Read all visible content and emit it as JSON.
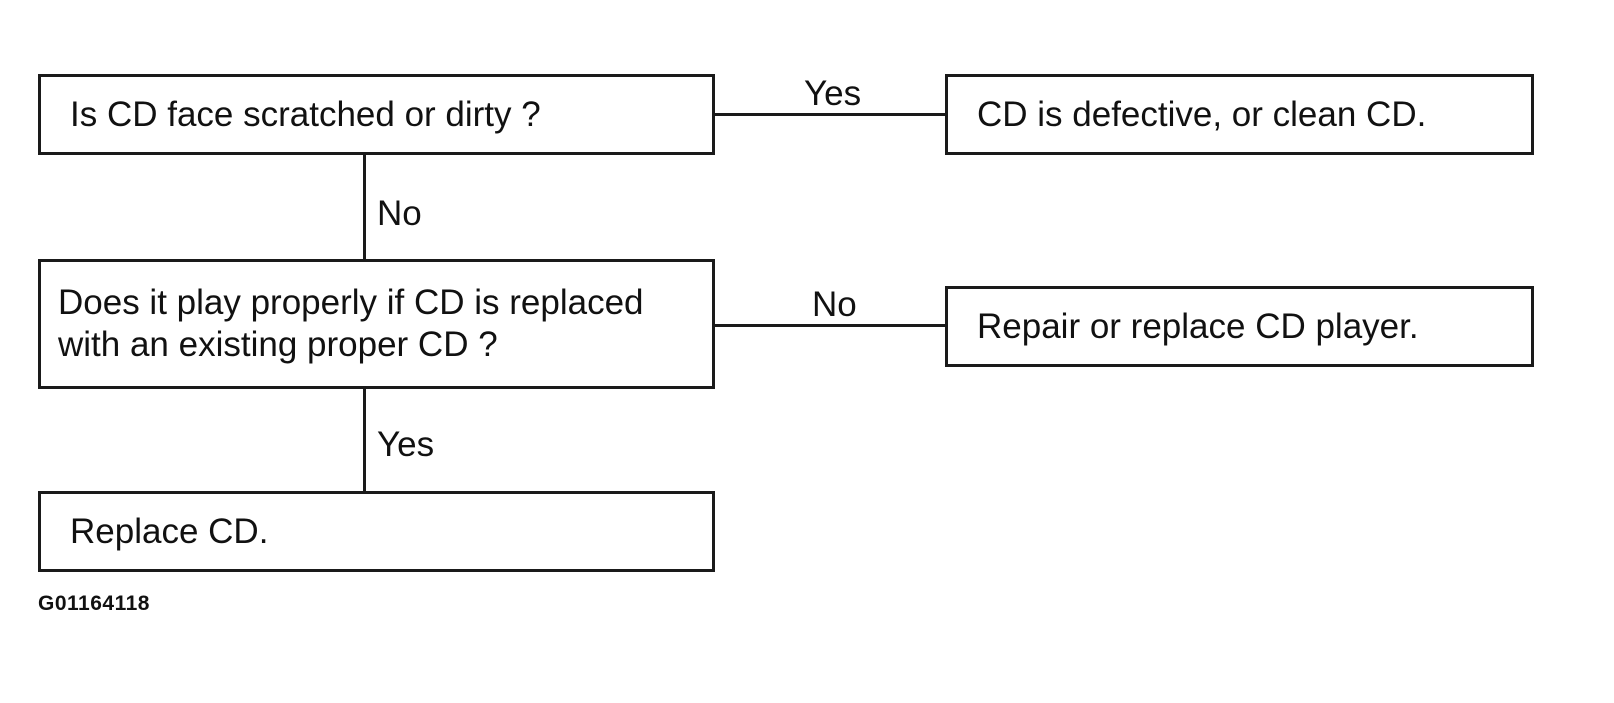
{
  "flowchart": {
    "question_1": {
      "text": "Is CD face scratched or dirty ?"
    },
    "result_1": {
      "text": "CD is defective, or clean CD."
    },
    "question_2": {
      "text": "Does it play properly if CD is replaced\nwith an existing proper CD ?"
    },
    "result_2": {
      "text": "Repair or replace CD player."
    },
    "result_3": {
      "text": "Replace CD."
    },
    "labels": {
      "q1_yes": "Yes",
      "q1_no": "No",
      "q2_no": "No",
      "q2_yes": "Yes"
    }
  },
  "figure_id": "G01164118"
}
